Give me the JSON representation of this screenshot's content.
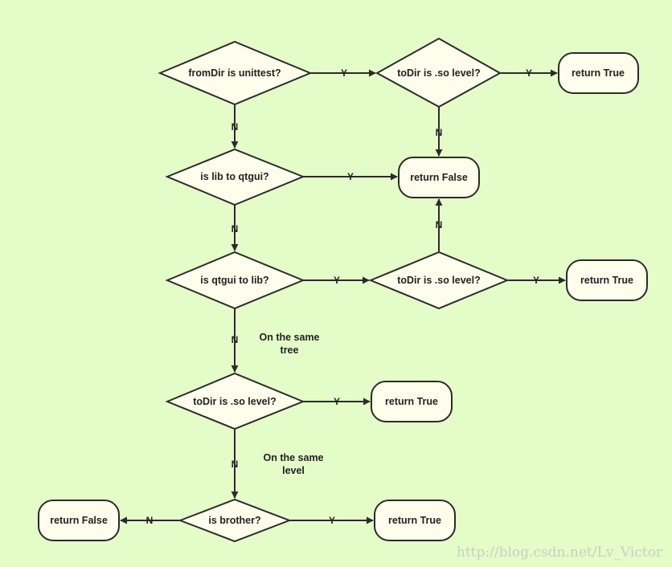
{
  "colors": {
    "background": "#e4fcc8",
    "node_fill": "#fffdec",
    "stroke": "#2b2b2b",
    "text": "#222222",
    "watermark": "#c9cfc4"
  },
  "nodes": {
    "d_fromdir": "fromDir is unittest?",
    "d_todir1": "toDir is .so level?",
    "r_true1": "return True",
    "d_lib_qtgui": "is lib to qtgui?",
    "r_false1": "return False",
    "d_qtgui_lib": "is qtgui to lib?",
    "d_todir2": "toDir is .so level?",
    "r_true2": "return True",
    "d_todir3": "toDir is .so level?",
    "r_true3": "return True",
    "d_brother": "is brother?",
    "r_false2": "return False",
    "r_true4": "return True"
  },
  "edges": {
    "e1": "Y",
    "e2": "Y",
    "e3": "N",
    "e4": "N",
    "e5": "Y",
    "e6": "N",
    "e7": "Y",
    "e8": "Y",
    "e9": "N",
    "e10": "N",
    "e11": "Y",
    "e12": "N",
    "e13": "N",
    "e14": "Y"
  },
  "notes": {
    "same_tree": [
      "On the same",
      "tree"
    ],
    "same_level": [
      "On the same",
      "level"
    ]
  },
  "watermark": "http://blog.csdn.net/Lv_Victor"
}
